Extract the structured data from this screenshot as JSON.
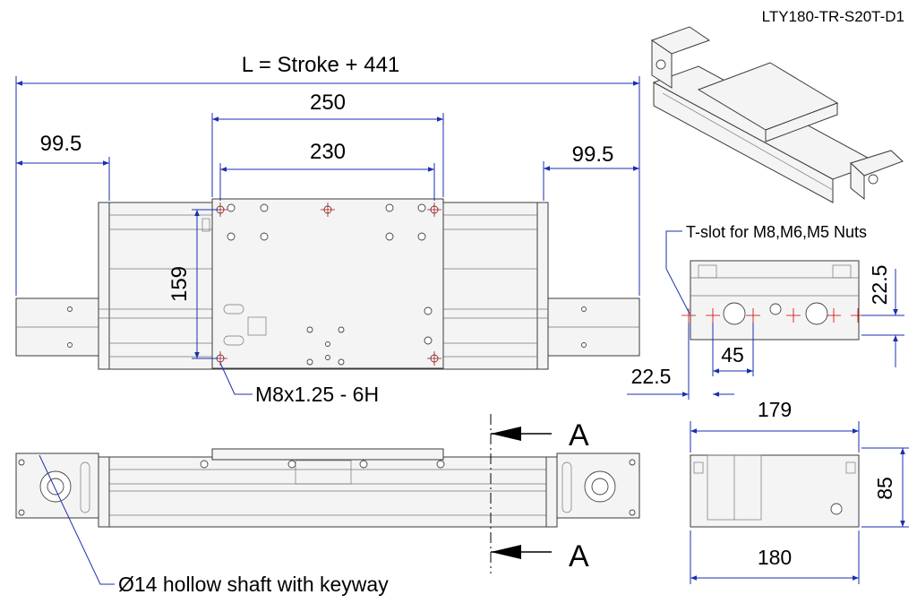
{
  "part_number": "LTY180-TR-S20T-D1",
  "dimensions": {
    "overall_length": "L = Stroke + 441",
    "carriage_length": "250",
    "hole_spacing_x": "230",
    "end_left": "99.5",
    "end_right": "99.5",
    "hole_spacing_y": "159",
    "tslot_offset_y": "22.5",
    "tslot_pitch": "45",
    "tslot_offset_x": "22.5",
    "profile_width": "179",
    "end_width": "180",
    "height": "85"
  },
  "labels": {
    "thread": "M8x1.25 - 6H",
    "tslot": "T-slot for M8,M6,M5 Nuts",
    "shaft": "Ø14 hollow shaft with keyway",
    "section": "A"
  },
  "colors": {
    "dimension": "#1a2fb0",
    "centerline": "#d00000",
    "outline": "#3a3a3a"
  }
}
